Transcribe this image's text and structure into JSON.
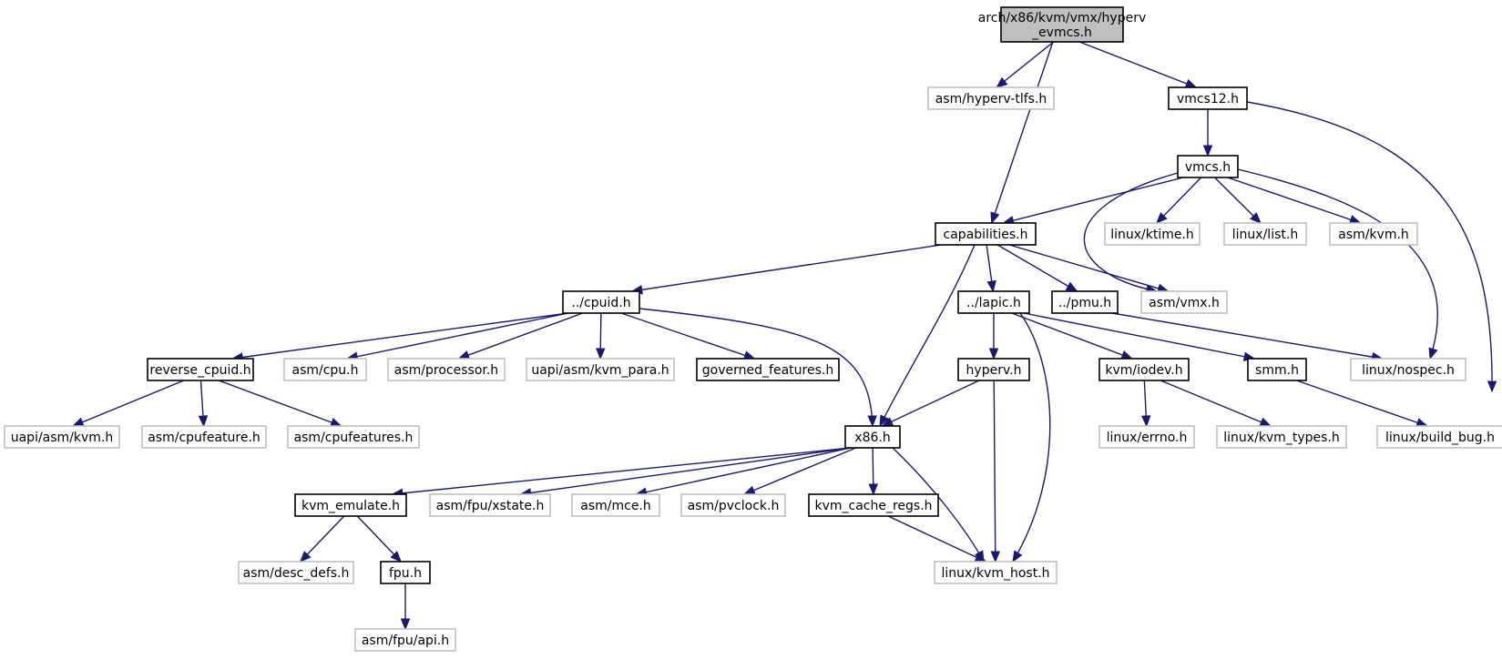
{
  "colors": {
    "edge": "#191970",
    "root_fill": "#bfbfbf",
    "linked_border": "#000000",
    "external_border": "#bfbfbf"
  },
  "nodes": [
    {
      "id": "root",
      "lines": [
        "arch/x86/kvm/vmx/hyperv",
        "_evmcs.h"
      ],
      "kind": "root"
    },
    {
      "id": "hyperv_tlfs",
      "lines": [
        "asm/hyperv-tlfs.h"
      ],
      "kind": "external"
    },
    {
      "id": "vmcs12",
      "lines": [
        "vmcs12.h"
      ],
      "kind": "linked"
    },
    {
      "id": "vmcs",
      "lines": [
        "vmcs.h"
      ],
      "kind": "linked"
    },
    {
      "id": "capabilities",
      "lines": [
        "capabilities.h"
      ],
      "kind": "linked"
    },
    {
      "id": "linux_ktime",
      "lines": [
        "linux/ktime.h"
      ],
      "kind": "external"
    },
    {
      "id": "linux_list",
      "lines": [
        "linux/list.h"
      ],
      "kind": "external"
    },
    {
      "id": "asm_kvm",
      "lines": [
        "asm/kvm.h"
      ],
      "kind": "external"
    },
    {
      "id": "cpuid",
      "lines": [
        "../cpuid.h"
      ],
      "kind": "linked"
    },
    {
      "id": "lapic",
      "lines": [
        "../lapic.h"
      ],
      "kind": "linked"
    },
    {
      "id": "pmu",
      "lines": [
        "../pmu.h"
      ],
      "kind": "linked"
    },
    {
      "id": "asm_vmx",
      "lines": [
        "asm/vmx.h"
      ],
      "kind": "external"
    },
    {
      "id": "reverse_cpuid",
      "lines": [
        "reverse_cpuid.h"
      ],
      "kind": "linked"
    },
    {
      "id": "asm_cpu",
      "lines": [
        "asm/cpu.h"
      ],
      "kind": "external"
    },
    {
      "id": "asm_processor",
      "lines": [
        "asm/processor.h"
      ],
      "kind": "external"
    },
    {
      "id": "uapi_kvm_para",
      "lines": [
        "uapi/asm/kvm_para.h"
      ],
      "kind": "external"
    },
    {
      "id": "governed",
      "lines": [
        "governed_features.h"
      ],
      "kind": "linked"
    },
    {
      "id": "hyperv",
      "lines": [
        "hyperv.h"
      ],
      "kind": "linked"
    },
    {
      "id": "kvm_iodev",
      "lines": [
        "kvm/iodev.h"
      ],
      "kind": "linked"
    },
    {
      "id": "smm",
      "lines": [
        "smm.h"
      ],
      "kind": "linked"
    },
    {
      "id": "linux_nospec",
      "lines": [
        "linux/nospec.h"
      ],
      "kind": "external"
    },
    {
      "id": "uapi_asm_kvm",
      "lines": [
        "uapi/asm/kvm.h"
      ],
      "kind": "external"
    },
    {
      "id": "asm_cpufeature",
      "lines": [
        "asm/cpufeature.h"
      ],
      "kind": "external"
    },
    {
      "id": "asm_cpufeatures",
      "lines": [
        "asm/cpufeatures.h"
      ],
      "kind": "external"
    },
    {
      "id": "x86",
      "lines": [
        "x86.h"
      ],
      "kind": "linked"
    },
    {
      "id": "linux_errno",
      "lines": [
        "linux/errno.h"
      ],
      "kind": "external"
    },
    {
      "id": "linux_kvm_types",
      "lines": [
        "linux/kvm_types.h"
      ],
      "kind": "external"
    },
    {
      "id": "linux_build_bug",
      "lines": [
        "linux/build_bug.h"
      ],
      "kind": "external"
    },
    {
      "id": "kvm_emulate",
      "lines": [
        "kvm_emulate.h"
      ],
      "kind": "linked"
    },
    {
      "id": "asm_fpu_xstate",
      "lines": [
        "asm/fpu/xstate.h"
      ],
      "kind": "external"
    },
    {
      "id": "asm_mce",
      "lines": [
        "asm/mce.h"
      ],
      "kind": "external"
    },
    {
      "id": "asm_pvclock",
      "lines": [
        "asm/pvclock.h"
      ],
      "kind": "external"
    },
    {
      "id": "kvm_cache_regs",
      "lines": [
        "kvm_cache_regs.h"
      ],
      "kind": "linked"
    },
    {
      "id": "asm_desc_defs",
      "lines": [
        "asm/desc_defs.h"
      ],
      "kind": "external"
    },
    {
      "id": "fpu",
      "lines": [
        "fpu.h"
      ],
      "kind": "linked"
    },
    {
      "id": "linux_kvm_host",
      "lines": [
        "linux/kvm_host.h"
      ],
      "kind": "external"
    },
    {
      "id": "asm_fpu_api",
      "lines": [
        "asm/fpu/api.h"
      ],
      "kind": "external"
    }
  ],
  "edges": [
    {
      "from": "root",
      "to": "hyperv_tlfs"
    },
    {
      "from": "root",
      "to": "capabilities"
    },
    {
      "from": "root",
      "to": "vmcs12"
    },
    {
      "from": "vmcs12",
      "to": "vmcs"
    },
    {
      "from": "vmcs12",
      "to": "linux_build_bug"
    },
    {
      "from": "vmcs",
      "to": "capabilities"
    },
    {
      "from": "vmcs",
      "to": "asm_vmx"
    },
    {
      "from": "vmcs",
      "to": "linux_ktime"
    },
    {
      "from": "vmcs",
      "to": "linux_list"
    },
    {
      "from": "vmcs",
      "to": "asm_kvm"
    },
    {
      "from": "vmcs",
      "to": "linux_nospec"
    },
    {
      "from": "capabilities",
      "to": "cpuid"
    },
    {
      "from": "capabilities",
      "to": "x86"
    },
    {
      "from": "capabilities",
      "to": "lapic"
    },
    {
      "from": "capabilities",
      "to": "pmu"
    },
    {
      "from": "capabilities",
      "to": "asm_vmx"
    },
    {
      "from": "cpuid",
      "to": "reverse_cpuid"
    },
    {
      "from": "cpuid",
      "to": "asm_cpu"
    },
    {
      "from": "cpuid",
      "to": "asm_processor"
    },
    {
      "from": "cpuid",
      "to": "uapi_kvm_para"
    },
    {
      "from": "cpuid",
      "to": "governed"
    },
    {
      "from": "cpuid",
      "to": "x86"
    },
    {
      "from": "reverse_cpuid",
      "to": "uapi_asm_kvm"
    },
    {
      "from": "reverse_cpuid",
      "to": "asm_cpufeature"
    },
    {
      "from": "reverse_cpuid",
      "to": "asm_cpufeatures"
    },
    {
      "from": "lapic",
      "to": "hyperv"
    },
    {
      "from": "lapic",
      "to": "linux_kvm_host"
    },
    {
      "from": "lapic",
      "to": "kvm_iodev"
    },
    {
      "from": "lapic",
      "to": "smm"
    },
    {
      "from": "pmu",
      "to": "linux_nospec"
    },
    {
      "from": "hyperv",
      "to": "x86"
    },
    {
      "from": "hyperv",
      "to": "linux_kvm_host"
    },
    {
      "from": "kvm_iodev",
      "to": "linux_errno"
    },
    {
      "from": "kvm_iodev",
      "to": "linux_kvm_types"
    },
    {
      "from": "smm",
      "to": "linux_build_bug"
    },
    {
      "from": "x86",
      "to": "kvm_emulate"
    },
    {
      "from": "x86",
      "to": "asm_fpu_xstate"
    },
    {
      "from": "x86",
      "to": "asm_mce"
    },
    {
      "from": "x86",
      "to": "asm_pvclock"
    },
    {
      "from": "x86",
      "to": "kvm_cache_regs"
    },
    {
      "from": "x86",
      "to": "linux_kvm_host"
    },
    {
      "from": "kvm_emulate",
      "to": "asm_desc_defs"
    },
    {
      "from": "kvm_emulate",
      "to": "fpu"
    },
    {
      "from": "fpu",
      "to": "asm_fpu_api"
    },
    {
      "from": "kvm_cache_regs",
      "to": "linux_kvm_host"
    }
  ]
}
